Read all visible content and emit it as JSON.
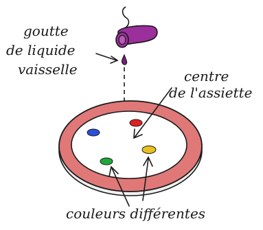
{
  "labels": {
    "drop_line1": "goutte",
    "drop_line2": "de liquide",
    "drop_line3": "vaisselle",
    "center_line1": "centre",
    "center_line2": "de l'assiette",
    "colors": "couleurs différentes"
  },
  "colors": {
    "plate_rim": "#e07878",
    "bottle": "#9b2f9b",
    "drop": "#7a1f7a",
    "dot_blue": "#2b4fd8",
    "dot_red": "#e02020",
    "dot_yellow": "#e8c020",
    "dot_green": "#1fa83a",
    "ink": "#1a1a1a"
  },
  "icons": [
    "dish-soap-bottle-icon",
    "liquid-drop-icon",
    "plate-icon",
    "arrow-icon"
  ]
}
